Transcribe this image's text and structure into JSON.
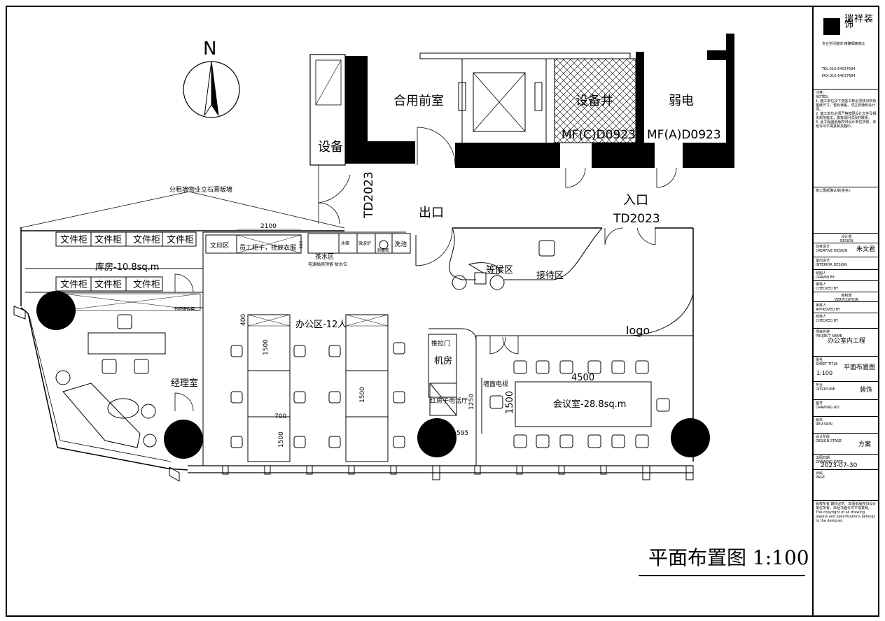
{
  "compass": {
    "north": "N"
  },
  "rooms": {
    "shared_lobby": "合用前室",
    "equipment_left": "设备",
    "equipment_shaft": "设备井",
    "weak_current": "弱电",
    "shaft_code_c": "MF(C)D0923",
    "shaft_code_a": "MF(A)D0923",
    "exit_label": "出口",
    "entry_label": "入口",
    "door_code_exit": "TD2023",
    "door_code_entry": "TD2023",
    "partition_wall": "分租墙物业立石膏板墙",
    "storage": "库房-10.8sq.m",
    "file_cabinet": "文件柜",
    "print_area": "文印区",
    "staff_lockers": "员工柜子，挂放衣服",
    "tea_area": "茶水区",
    "tea_note": "电源插座预留 给水位",
    "fridge": "冰箱",
    "microwave": "微波炉",
    "dishwasher": "消毒柜",
    "sink": "洗池",
    "waiting": "等候区",
    "reception": "接待区",
    "logo": "logo",
    "office_area": "办公区-12人",
    "manager": "经理室",
    "manager_cabinet": "书柜组合柜",
    "sliding_door": "推拉门",
    "server_room": "机房",
    "phone_booth": "红房子电话厅",
    "wall_tv": "墙面电视",
    "meeting_room": "会议室-28.8sq.m"
  },
  "dimensions": {
    "d2100": "2100",
    "d300": "300",
    "d400": "400",
    "d1500a": "1500",
    "d1500b": "1500",
    "d1500c": "1500",
    "d700": "700",
    "d4500": "4500",
    "d1500m": "1500",
    "d595": "595",
    "d1250": "1250"
  },
  "drawing_title": "平面布置图 1:100",
  "title_block": {
    "company_logo_text": "瑞祥装饰",
    "company_sub": "专业空间装饰  精雕细琢施工",
    "tel": "TEL:010-64037694",
    "fax": "FAX:010-64037694",
    "notes_label": "注意：\nNOTES:",
    "notes": [
      "1. 施工单位及下游各工种必须核对所有图纸尺寸，若有误差，须立即通知设计师。",
      "2. 施工单位必须严格按照设计文件及相关规范施工，如有疑问须及时联系。",
      "3. 此工程图纸版权归设计单位所有，未经许可不得复制及翻印。"
    ],
    "stamp_label": "施工图纸确认章(签名)",
    "design_label": "设计部\nDESIGN",
    "creative_label": "创意设计\nCREATIVE DESIGN",
    "designer": "朱文君",
    "interior_label": "室内设计\nINTERIOR DESIGN",
    "drawn_label": "绘图人\nDRAWN BY",
    "checked_label": "审核人\nCHECKED BY",
    "verification_label": "审核部\nVERIFICATION",
    "approved_label": "审核人\nAPPROVED BY",
    "check_label": "校核人\nCHECKED BY",
    "project_label": "项目名称\nPROJECT NAME",
    "project_name": "办公室内工程",
    "sheet_label": "图名\nSHEET TITLE",
    "sheet_title": "平面布置图",
    "scale": "1:100",
    "discipline_label": "专业\nDISCIPLINE",
    "discipline": "装饰",
    "drawing_no_label": "图号\nDRAWING NO.",
    "version_label": "版本\nREVISION",
    "stage_label": "设计阶段\nDESIGN STAGE",
    "stage": "方案",
    "date_label": "出图日期\nDRAWING DATE",
    "date": "2023-07-30",
    "page_label": "页码\nPAGE",
    "disclaimer": "版权所有 翻印必究 · 本图纸版权归设计单位所有，未经书面许可不得复制。The copyright of all drawing papers and specifications belongs to the designer."
  },
  "colors": {
    "line": "#000000",
    "hatch": "#000000",
    "background": "#ffffff"
  }
}
